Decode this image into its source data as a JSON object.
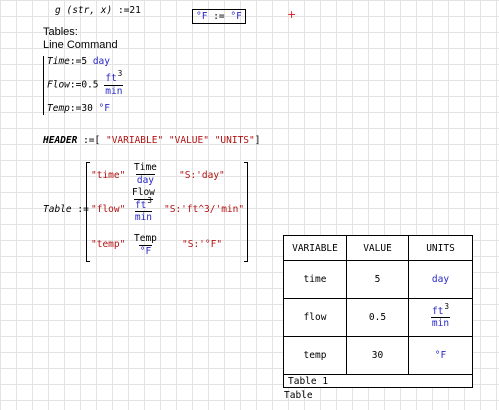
{
  "define": {
    "fn": "g",
    "args": "(str, x)",
    "assign": ":=",
    "value": "21"
  },
  "unit_def": {
    "left": "°F",
    "assign": ":=",
    "right": "°F"
  },
  "marker": "+",
  "heading": {
    "line1": "Tables:",
    "line2": "Line Command"
  },
  "line_block": {
    "time": {
      "name": "Time",
      "assign": ":=",
      "value": "5",
      "unit": "day"
    },
    "flow": {
      "name": "Flow",
      "assign": ":=",
      "value": "0.5",
      "unit_num": "ft",
      "unit_exp": "3",
      "unit_den": "min"
    },
    "temp": {
      "name": "Temp",
      "assign": ":=",
      "value": "30",
      "unit": "°F"
    }
  },
  "header_def": {
    "name": "HEADER",
    "assign": ":=",
    "items": [
      "\"VARIABLE\"",
      "\"VALUE\"",
      "\"UNITS\""
    ]
  },
  "table_def": {
    "name": "Table",
    "assign": ":=",
    "rows": [
      {
        "label": "\"time\"",
        "num": "Time",
        "den": "day",
        "unit": "\"S:'day\""
      },
      {
        "label": "\"flow\"",
        "num": "Flow",
        "den_num": "ft",
        "den_exp": "3",
        "den_den": "min",
        "unit": "\"S:'ft^3/'min\""
      },
      {
        "label": "\"temp\"",
        "num": "Temp",
        "den": "°F",
        "unit": "\"S:'°F\""
      }
    ]
  },
  "result_table": {
    "headers": [
      "VARIABLE",
      "VALUE",
      "UNITS"
    ],
    "rows": [
      {
        "variable": "time",
        "value": "5",
        "unit": "day"
      },
      {
        "variable": "flow",
        "value": "0.5",
        "unit_num": "ft",
        "unit_exp": "3",
        "unit_den": "min"
      },
      {
        "variable": "temp",
        "value": "30",
        "unit": "°F"
      }
    ],
    "caption": "Table 1"
  },
  "footer_label": "Table",
  "colors": {
    "grid": "#e3e3e3",
    "units": "#2727c8",
    "strings": "#b21010"
  }
}
